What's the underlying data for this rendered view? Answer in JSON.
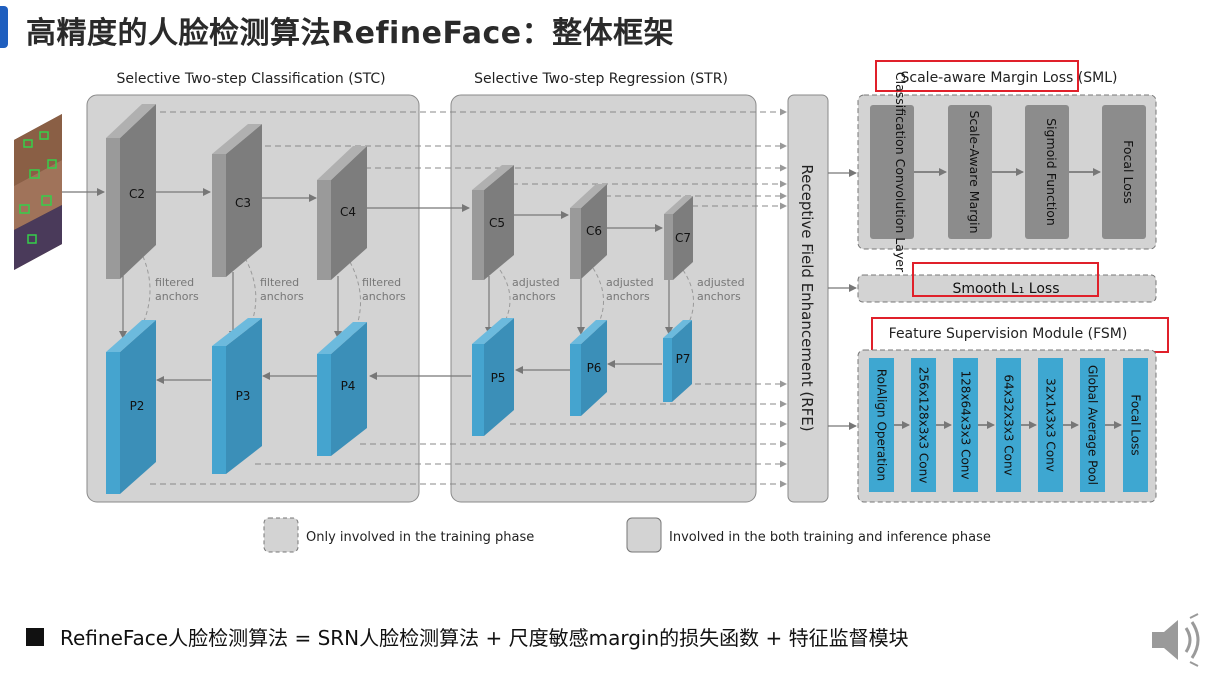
{
  "slide": {
    "title": "高精度的人脸检测算法RefineFace：整体框架",
    "bullet": "RefineFace人脸检测算法 =  SRN人脸检测算法 + 尺度敏感margin的损失函数 + 特征监督模块"
  },
  "diagram": {
    "stc": {
      "title": "Selective Two-step Classification (STC)",
      "gray_nodes": [
        "C2",
        "C3",
        "C4"
      ],
      "blue_nodes": [
        "P2",
        "P3",
        "P4"
      ],
      "annotation": [
        "filtered",
        "anchors"
      ]
    },
    "str": {
      "title": "Selective Two-step Regression (STR)",
      "gray_nodes": [
        "C5",
        "C6",
        "C7"
      ],
      "blue_nodes": [
        "P5",
        "P6",
        "P7"
      ],
      "annotation": [
        "adjusted",
        "anchors"
      ]
    },
    "rfe": {
      "label": "Receptive Field Enhancement (RFE)"
    },
    "sml": {
      "title": "Scale-aware Margin Loss (SML)",
      "steps": [
        "Classification Convolution Layer",
        "Scale-Aware Margin",
        "Sigmoid Function",
        "Focal Loss"
      ]
    },
    "smooth": {
      "label": "Smooth L₁ Loss"
    },
    "fsm": {
      "title": "Feature Supervision Module (FSM)",
      "steps": [
        "RoIAlign Operation",
        "256x128x3x3 Conv",
        "128x64x3x3 Conv",
        "64x32x3x3 Conv",
        "32x1x3x3 Conv",
        "Global Average Pool",
        "Focal Loss"
      ]
    },
    "legend": {
      "training_only": "Only involved in the training phase",
      "both": "Involved in the both training and inference phase"
    }
  },
  "colors": {
    "accent": "#1f5fbf",
    "gray_block": "#9a9a9a",
    "blue_block": "#45a4cf",
    "panel": "#d3d3d3",
    "highlight_red": "#e0202a",
    "step_fill": "#8c8c8c",
    "fsm_step_fill": "#3ea7d1"
  },
  "icons": {
    "speaker": "speaker-icon"
  }
}
